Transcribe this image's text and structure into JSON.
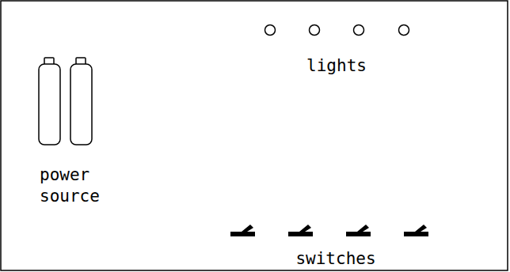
{
  "diagram": {
    "labels": [
      "power source",
      "lights",
      "switches"
    ]
  }
}
